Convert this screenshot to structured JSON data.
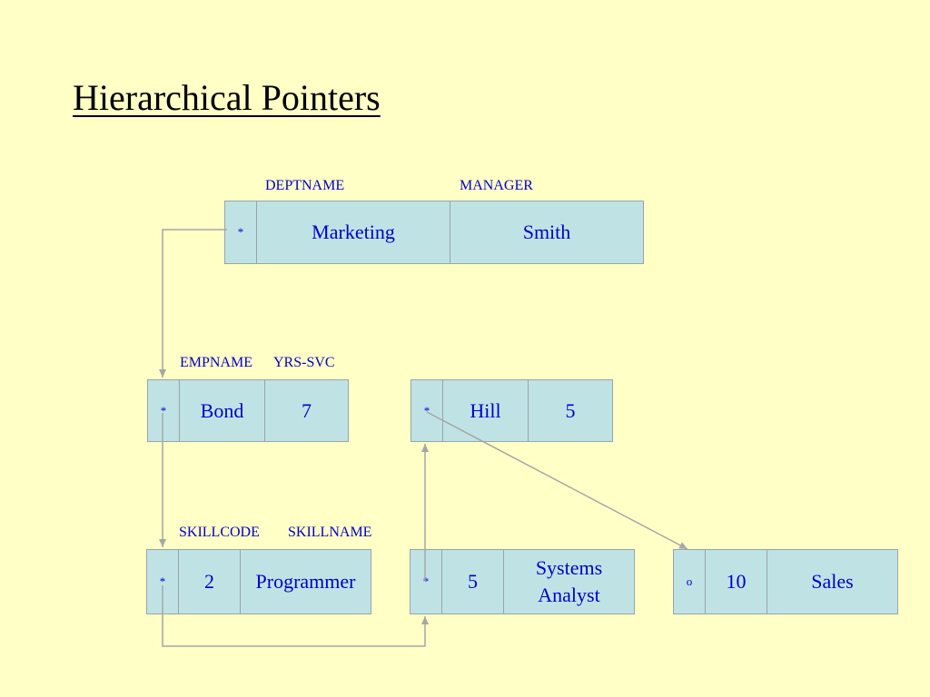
{
  "title": "Hierarchical Pointers",
  "colors": {
    "background": "#FFFFC6",
    "record_fill": "#BFE3E5",
    "text": "#0000CC",
    "arrow": "#A6A6A6"
  },
  "labels": {
    "deptname": "DEPTNAME",
    "manager": "MANAGER",
    "empname": "EMPNAME",
    "yrs_svc": "YRS-SVC",
    "skillcode": "SKILLCODE",
    "skillname": "SKILLNAME"
  },
  "records": {
    "dept_marketing": {
      "pointer": "*",
      "deptname": "Marketing",
      "manager": "Smith"
    },
    "emp_bond": {
      "pointer": "*",
      "empname": "Bond",
      "yrs_svc": "7"
    },
    "emp_hill": {
      "pointer": "*",
      "empname": "Hill",
      "yrs_svc": "5"
    },
    "skill_programmer": {
      "pointer": "*",
      "skillcode": "2",
      "skillname": "Programmer"
    },
    "skill_systems_analyst": {
      "pointer": "*",
      "skillcode": "5",
      "skillname": "Systems Analyst"
    },
    "skill_sales": {
      "pointer": "o",
      "skillcode": "10",
      "skillname": "Sales"
    }
  }
}
